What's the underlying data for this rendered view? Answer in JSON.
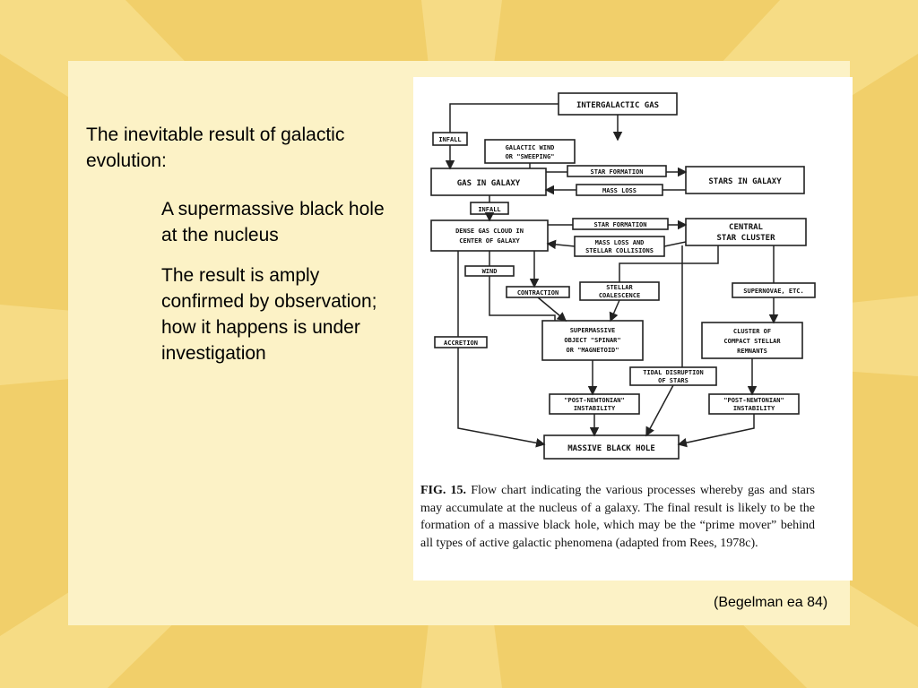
{
  "slide": {
    "lead": "The inevitable result of galactic evolution:",
    "bullets": [
      "A supermassive black hole at the nucleus",
      "The result is amply confirmed by observation; how it happens is under investigation"
    ],
    "credit": "(Begelman ea 84)"
  },
  "figure": {
    "caption_label": "FIG. 15.",
    "caption_text": "Flow chart indicating the various processes whereby gas and stars may accumulate at the nucleus of a galaxy. The final result is likely to be the formation of a massive black hole, which may be the “prime mover” behind all types of active galactic phenomena (adapted from Rees, 1978c).",
    "nodes": {
      "intergalactic_gas": "INTERGALACTIC GAS",
      "infall1": "INFALL",
      "galactic_wind_1": "GALACTIC WIND",
      "galactic_wind_2": "OR \"SWEEPING\"",
      "gas_in_galaxy": "GAS IN GALAXY",
      "star_formation1": "STAR FORMATION",
      "mass_loss": "MASS LOSS",
      "stars_in_galaxy": "STARS IN GALAXY",
      "infall2": "INFALL",
      "dense_gas_1": "DENSE GAS CLOUD IN",
      "dense_gas_2": "CENTER OF GALAXY",
      "star_formation2": "STAR FORMATION",
      "mass_loss_collisions_1": "MASS LOSS AND",
      "mass_loss_collisions_2": "STELLAR COLLISIONS",
      "central_cluster_1": "CENTRAL",
      "central_cluster_2": "STAR CLUSTER",
      "wind": "WIND",
      "contraction": "CONTRACTION",
      "stellar_coalescence_1": "STELLAR",
      "stellar_coalescence_2": "COALESCENCE",
      "supernovae": "SUPERNOVAE, ETC.",
      "accretion": "ACCRETION",
      "supermassive_1": "SUPERMASSIVE",
      "supermassive_2": "OBJECT \"SPINAR\"",
      "supermassive_3": "OR \"MAGNETOID\"",
      "cluster_compact_1": "CLUSTER OF",
      "cluster_compact_2": "COMPACT STELLAR",
      "cluster_compact_3": "REMNANTS",
      "tidal_1": "TIDAL DISRUPTION",
      "tidal_2": "OF STARS",
      "pn_left_1": "\"POST-NEWTONIAN\"",
      "pn_left_2": "INSTABILITY",
      "pn_right_1": "\"POST-NEWTONIAN\"",
      "pn_right_2": "INSTABILITY",
      "massive_black_hole": "MASSIVE BLACK HOLE"
    }
  }
}
